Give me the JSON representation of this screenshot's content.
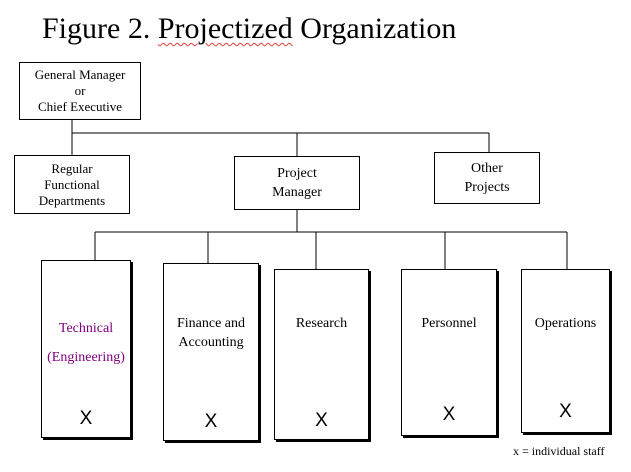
{
  "title": {
    "prefix": "Figure 2. ",
    "spell_word": "Projectized",
    "suffix": " Organization"
  },
  "top": {
    "line1": "General Manager",
    "line2": "or",
    "line3": "Chief Executive"
  },
  "middle": {
    "regular": {
      "line1": "Regular",
      "line2": "Functional",
      "line3": "Departments"
    },
    "pm": {
      "line1": "Project",
      "line2": "Manager"
    },
    "other": {
      "line1": "Other",
      "line2": "Projects"
    }
  },
  "departments": [
    {
      "line1": "Technical",
      "line2": "(Engineering)",
      "staff": "X",
      "color": "#800080"
    },
    {
      "line1": "Finance and",
      "line2": "Accounting",
      "staff": "X"
    },
    {
      "line1": "Research",
      "line2": "",
      "staff": "X"
    },
    {
      "line1": "Personnel",
      "line2": "",
      "staff": "X"
    },
    {
      "line1": "Operations",
      "line2": "",
      "staff": "X"
    }
  ],
  "legend": "x = individual staff"
}
